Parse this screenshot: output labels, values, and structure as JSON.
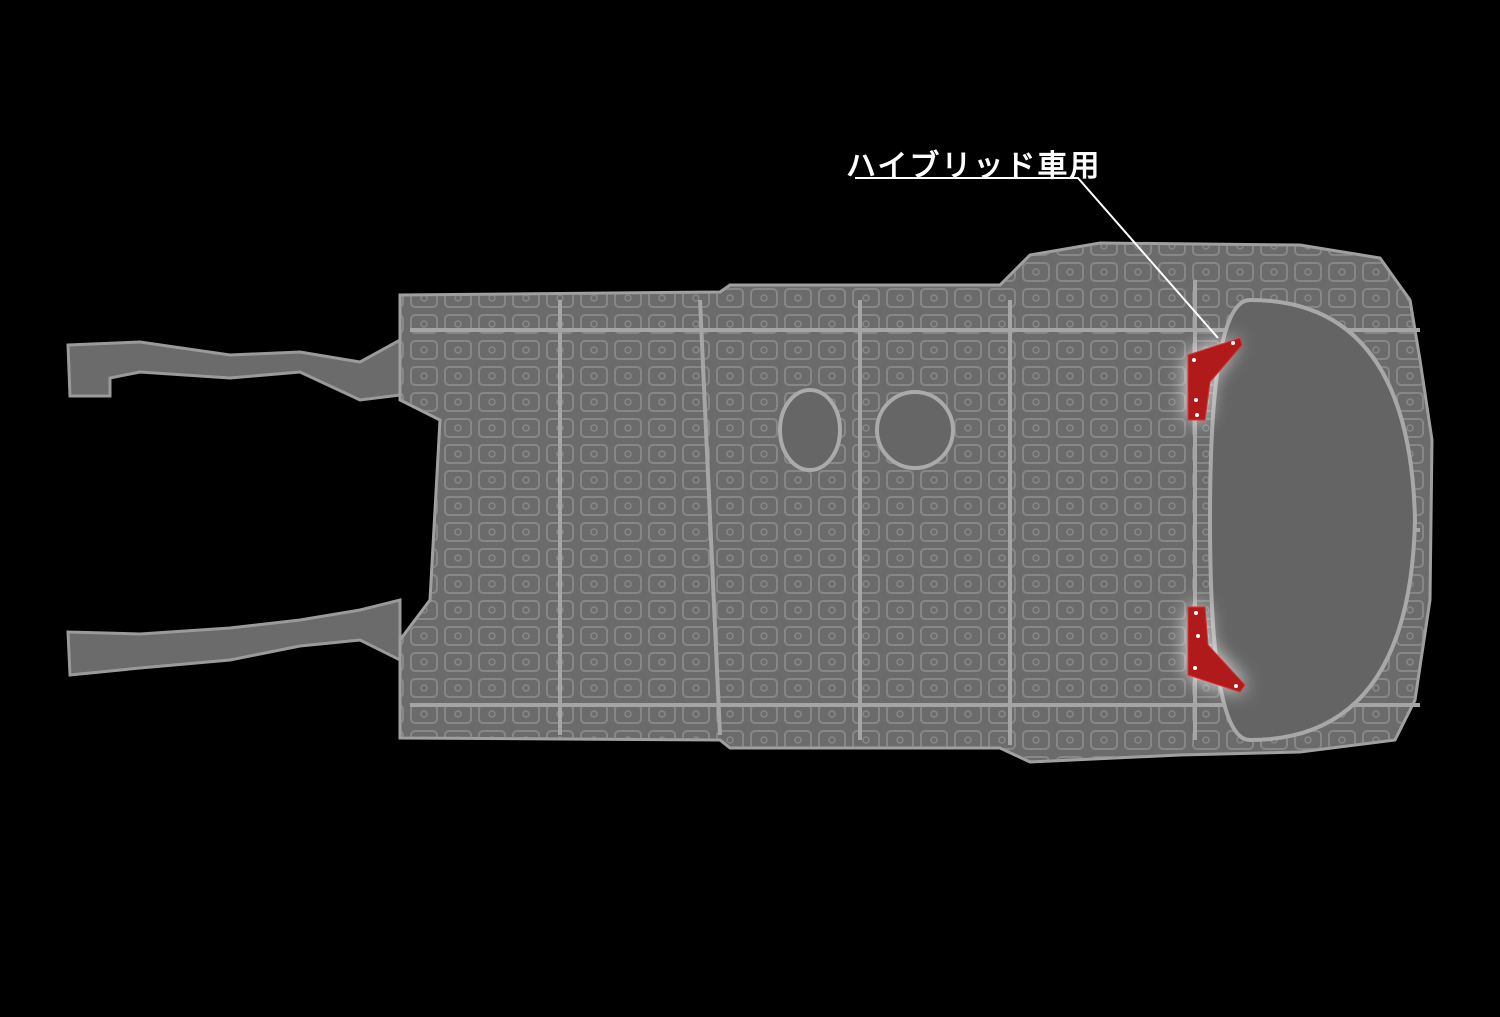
{
  "callout": {
    "label": "ハイブリッド車用"
  },
  "colors": {
    "background": "#000000",
    "body": "#6b6b6b",
    "body_line": "#9a9a9a",
    "part": "#b01a1a",
    "leader": "#ffffff"
  },
  "parts": [
    {
      "name": "rear-brace-left",
      "highlighted": true
    },
    {
      "name": "rear-brace-right",
      "highlighted": true
    }
  ]
}
